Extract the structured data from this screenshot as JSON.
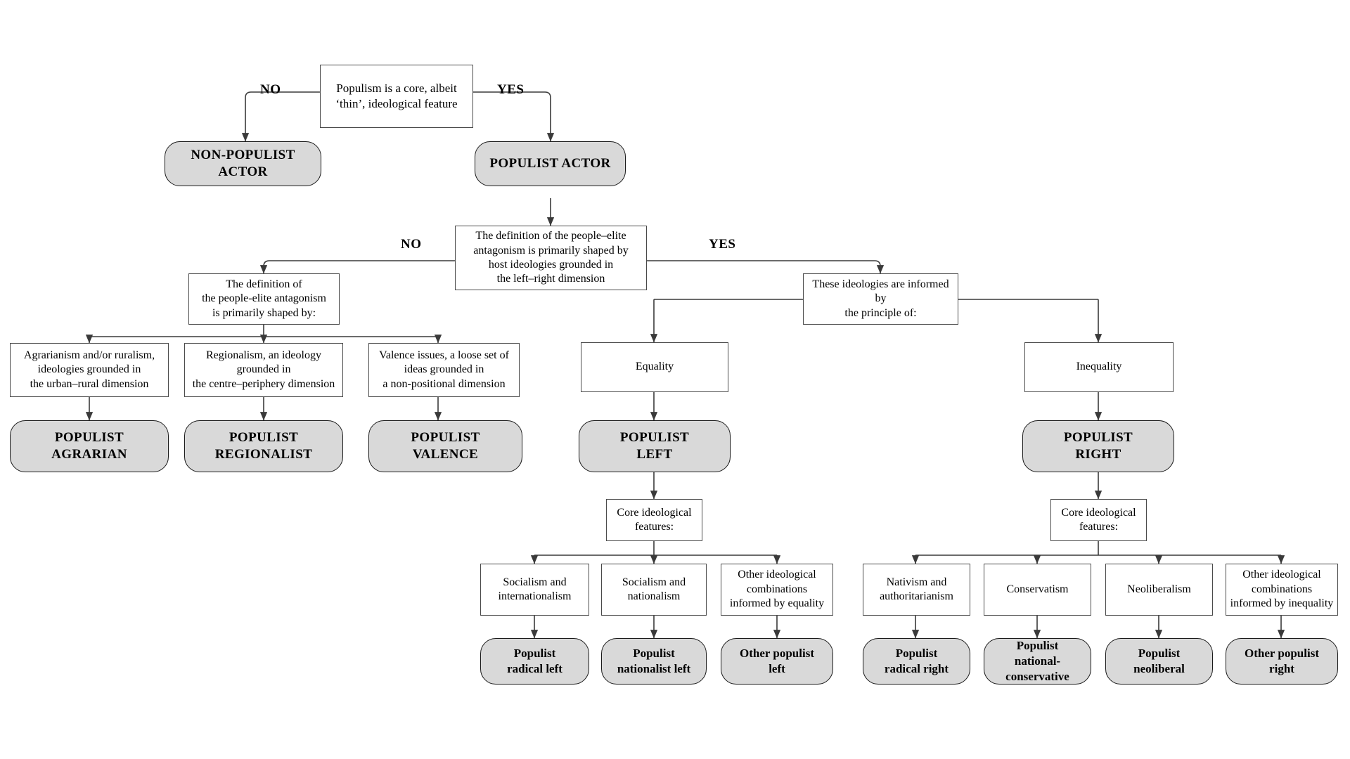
{
  "diagram": {
    "title": "Populism typology decision tree",
    "colors": {
      "terminal_fill": "#d9d9d9",
      "terminal_stroke": "#1a1a1a",
      "rect_stroke": "#4a4a4a",
      "line": "#3a3a3a",
      "background": "#ffffff"
    },
    "edge_labels": {
      "root_no": "NO",
      "root_yes": "YES",
      "second_no": "NO",
      "second_yes": "YES"
    },
    "nodes": {
      "root_question": "Populism is a core, albeit\n‘thin’, ideological feature",
      "non_populist_actor": "NON-POPULIST ACTOR",
      "populist_actor": "POPULIST ACTOR",
      "left_right_question": "The definition of the people–elite\nantagonism is primarily shaped by\nhost ideologies grounded in\nthe left–right dimension",
      "shaped_by_question": "The definition of\nthe people-elite antagonism\nis primarily shaped by:",
      "principle_question": "These ideologies are informed by\nthe principle of:",
      "agrarianism": "Agrarianism and/or ruralism,\nideologies grounded in\nthe urban–rural dimension",
      "regionalism": "Regionalism, an ideology\ngrounded in\nthe centre–periphery dimension",
      "valence": "Valence issues, a loose set of\nideas grounded in\na non-positional dimension",
      "populist_agrarian": "POPULIST\nAGRARIAN",
      "populist_regionalist": "POPULIST\nREGIONALIST",
      "populist_valence": "POPULIST\nVALENCE",
      "equality": "Equality",
      "inequality": "Inequality",
      "populist_left": "POPULIST\nLEFT",
      "populist_right": "POPULIST\nRIGHT",
      "core_features_left": "Core ideological\nfeatures:",
      "core_features_right": "Core ideological\nfeatures:",
      "socialism_internationalism": "Socialism and\ninternationalism",
      "socialism_nationalism": "Socialism and\nnationalism",
      "other_equality": "Other ideological\ncombinations\ninformed by equality",
      "nativism_authoritarianism": "Nativism and\nauthoritarianism",
      "conservatism": "Conservatism",
      "neoliberalism": "Neoliberalism",
      "other_inequality": "Other ideological\ncombinations\ninformed by inequality",
      "populist_radical_left": "Populist\nradical left",
      "populist_nationalist_left": "Populist\nnationalist left",
      "other_populist_left": "Other populist\nleft",
      "populist_radical_right": "Populist\nradical right",
      "populist_national_conservative": "Populist\nnational-conservative",
      "populist_neoliberal": "Populist\nneoliberal",
      "other_populist_right": "Other populist\nright"
    }
  }
}
